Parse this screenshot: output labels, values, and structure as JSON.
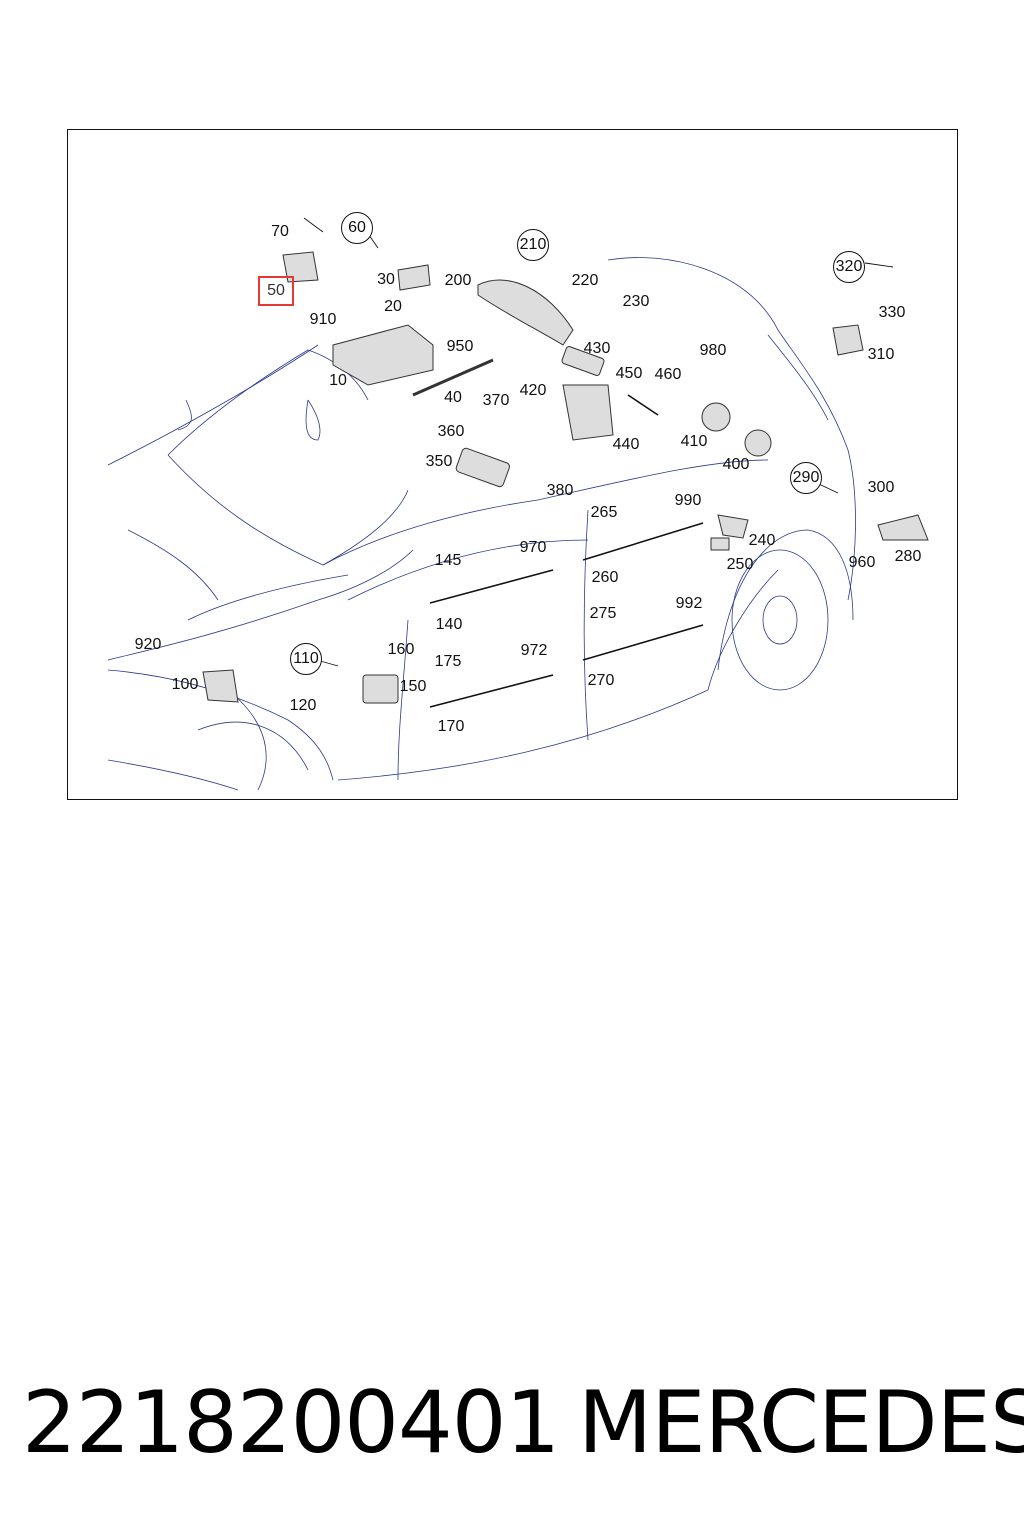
{
  "diagram": {
    "highlight_label": "50",
    "labels": [
      "70",
      "30",
      "20",
      "910",
      "10",
      "40",
      "950",
      "200",
      "220",
      "230",
      "430",
      "450",
      "460",
      "980",
      "420",
      "370",
      "360",
      "350",
      "380",
      "440",
      "410",
      "400",
      "330",
      "310",
      "300",
      "280",
      "960",
      "240",
      "250",
      "265",
      "990",
      "260",
      "275",
      "992",
      "270",
      "145",
      "970",
      "140",
      "175",
      "972",
      "170",
      "160",
      "150",
      "120",
      "920",
      "100"
    ],
    "circled_labels": [
      "60",
      "210",
      "320",
      "290",
      "110"
    ],
    "colors": {
      "outline": "#2b3a8c",
      "highlight": "#e53935",
      "part": "#555555"
    }
  },
  "footer": {
    "part_number": "2218200401",
    "brand": "MERCEDES"
  }
}
